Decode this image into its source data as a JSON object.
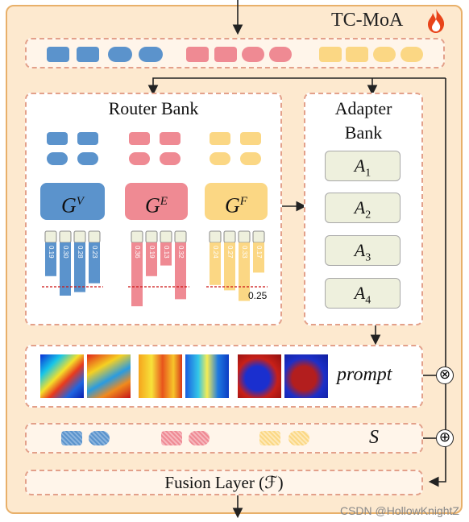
{
  "title": "TC-MoA",
  "router_bank": {
    "label": "Router Bank",
    "gates": [
      {
        "letter": "G",
        "sup": "V",
        "color": "#5b93cc",
        "weights": [
          "0.19",
          "0.30",
          "0.28",
          "0.23"
        ]
      },
      {
        "letter": "G",
        "sup": "E",
        "color": "#ef8a93",
        "weights": [
          "0.36",
          "0.19",
          "0.13",
          "0.32"
        ]
      },
      {
        "letter": "G",
        "sup": "F",
        "color": "#fbd784",
        "weights": [
          "0.24",
          "0.27",
          "0.33",
          "0.17"
        ]
      }
    ],
    "threshold": "0.25"
  },
  "adapter_bank": {
    "label_line1": "Adapter",
    "label_line2": "Bank",
    "adapters": [
      {
        "name": "A",
        "sub": "1"
      },
      {
        "name": "A",
        "sub": "2"
      },
      {
        "name": "A",
        "sub": "3"
      },
      {
        "name": "A",
        "sub": "4"
      }
    ]
  },
  "prompt_label": "prompt",
  "s_label": "S",
  "fusion_label": "Fusion Layer (ℱ)",
  "ops": {
    "multiply": "⊗",
    "add": "⊕"
  },
  "credit": "CSDN @HollowKnightZ",
  "colors": {
    "visible": "#5b93cc",
    "exposure": "#ef8a93",
    "focus": "#fbd784"
  }
}
